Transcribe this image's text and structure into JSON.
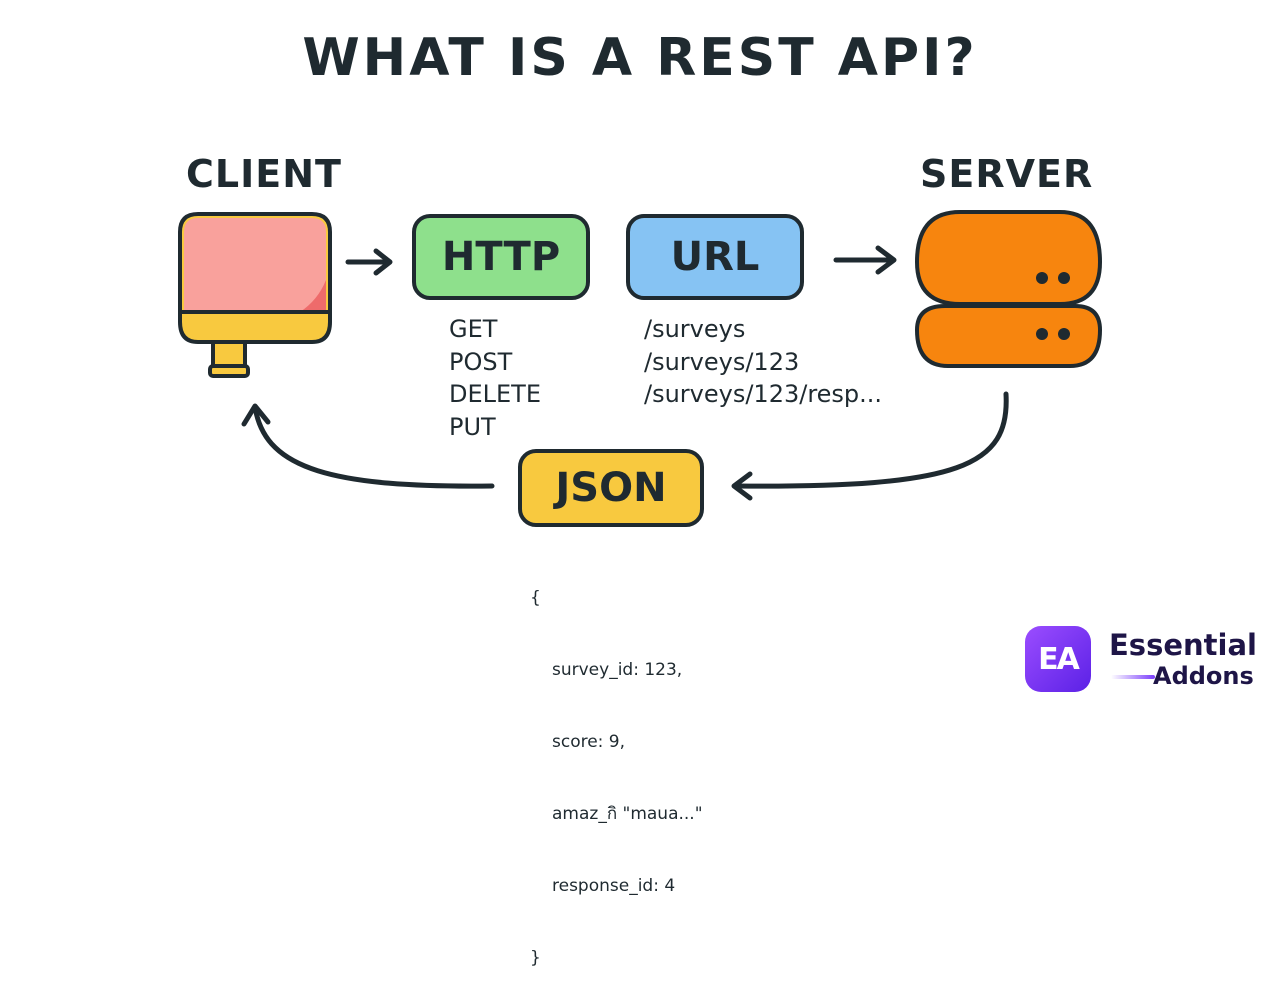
{
  "title": "WHAT IS A REST API?",
  "client": {
    "label": "CLIENT",
    "screen_color": "#f9a19c",
    "base_color": "#f8c93f"
  },
  "server": {
    "label": "SERVER",
    "color": "#f7850e"
  },
  "http": {
    "label": "HTTP",
    "color": "#8ee08c",
    "methods": [
      "GET",
      "POST",
      "DELETE",
      "PUT"
    ]
  },
  "url": {
    "label": "URL",
    "color": "#86c3f3",
    "paths": [
      "/surveys",
      "/surveys/123",
      "/surveys/123/resp..."
    ]
  },
  "json": {
    "label": "JSON",
    "color": "#f8c93f",
    "open_brace": "{",
    "lines": [
      "survey_id: 123,",
      "score: 9,",
      "amaz_กิ \"maua...\"",
      "response_id: 4"
    ],
    "close_brace": "}"
  },
  "logo": {
    "mark": "EA",
    "line1": "Essential",
    "line2": "Addons",
    "color": "#7a3dfc"
  }
}
